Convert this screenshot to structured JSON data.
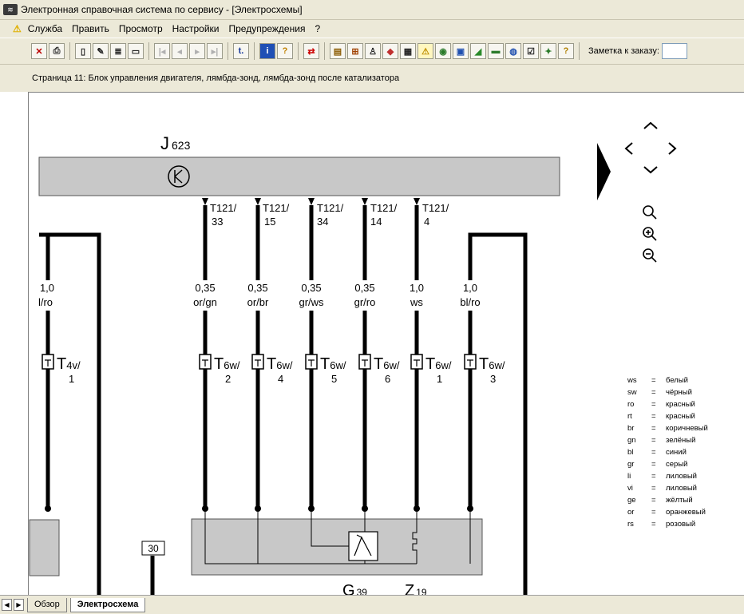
{
  "window": {
    "title": "Электронная справочная система по сервису - [Электросхемы]"
  },
  "menu": [
    "Служба",
    "Править",
    "Просмотр",
    "Настройки",
    "Предупреждения",
    "?"
  ],
  "toolbar": {
    "note_label": "Заметка к заказу:",
    "note_value": ""
  },
  "page_info": "Страница 11: Блок управления двигателя, лямбда-зонд, лямбда-зонд после катализатора",
  "schematic": {
    "unit_main": "J",
    "unit_main_sub": "623",
    "pins": [
      {
        "l1": "T121/",
        "l2": "33"
      },
      {
        "l1": "T121/",
        "l2": "15"
      },
      {
        "l1": "T121/",
        "l2": "34"
      },
      {
        "l1": "T121/",
        "l2": "14"
      },
      {
        "l1": "T121/",
        "l2": "4"
      }
    ],
    "wires": [
      {
        "size": "1,0",
        "color": "l/ro",
        "conn": "T",
        "conn_sub": "4v/",
        "pin": "1"
      },
      {
        "size": "0,35",
        "color": "or/gn",
        "conn": "T",
        "conn_sub": "6w/",
        "pin": "2"
      },
      {
        "size": "0,35",
        "color": "or/br",
        "conn": "T",
        "conn_sub": "6w/",
        "pin": "4"
      },
      {
        "size": "0,35",
        "color": "gr/ws",
        "conn": "T",
        "conn_sub": "6w/",
        "pin": "5"
      },
      {
        "size": "0,35",
        "color": "gr/ro",
        "conn": "T",
        "conn_sub": "6w/",
        "pin": "6"
      },
      {
        "size": "1,0",
        "color": "ws",
        "conn": "T",
        "conn_sub": "6w/",
        "pin": "1"
      },
      {
        "size": "1,0",
        "color": "bl/ro",
        "conn": "T",
        "conn_sub": "6w/",
        "pin": "3"
      }
    ],
    "terminal": "30",
    "sensor_g": "G",
    "sensor_g_sub": "39",
    "sensor_z": "Z",
    "sensor_z_sub": "19"
  },
  "legend": [
    {
      "code": "ws",
      "name": "белый"
    },
    {
      "code": "sw",
      "name": "чёрный"
    },
    {
      "code": "ro",
      "name": "красный"
    },
    {
      "code": "rt",
      "name": "красный"
    },
    {
      "code": "br",
      "name": "коричневый"
    },
    {
      "code": "gn",
      "name": "зелёный"
    },
    {
      "code": "bl",
      "name": "синий"
    },
    {
      "code": "gr",
      "name": "серый"
    },
    {
      "code": "li",
      "name": "лиловый"
    },
    {
      "code": "vi",
      "name": "лиловый"
    },
    {
      "code": "ge",
      "name": "жёлтый"
    },
    {
      "code": "or",
      "name": "оранжевый"
    },
    {
      "code": "rs",
      "name": "розовый"
    }
  ],
  "legend_eq": "=",
  "tabs": [
    "Обзор",
    "Электросхема"
  ]
}
